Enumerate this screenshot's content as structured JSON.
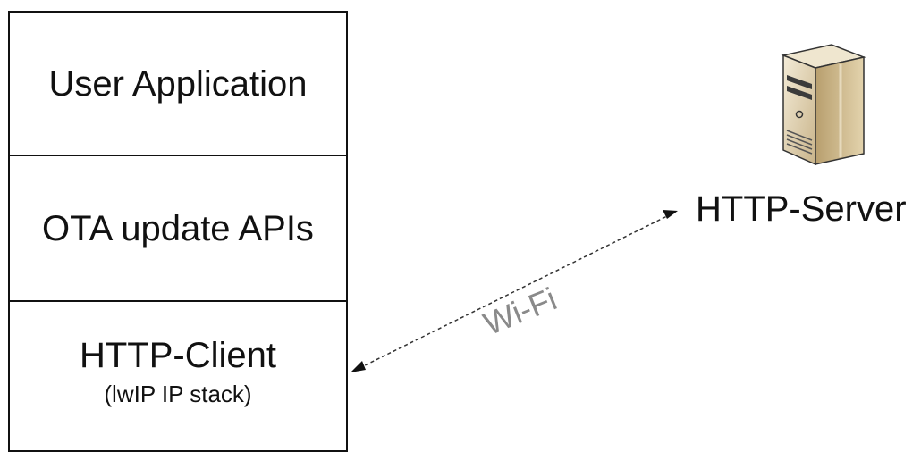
{
  "stack": {
    "user_application": "User Application",
    "ota_update_apis": "OTA update APIs",
    "http_client": "HTTP-Client",
    "http_client_sub": "(lwIP IP stack)"
  },
  "server": {
    "label": "HTTP-Server",
    "icon": "server-tower-icon"
  },
  "link": {
    "label": "Wi-Fi",
    "style": "dashed-bidirectional"
  },
  "colors": {
    "box_border": "#111111",
    "link_label": "#8a8a8a",
    "server_body": "#d9c59a"
  }
}
